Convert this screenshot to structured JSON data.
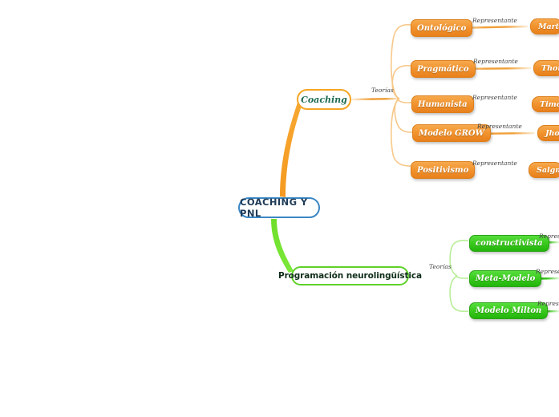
{
  "diagram": {
    "type": "mind-map",
    "title": "COACHING Y PNL",
    "colors": {
      "root_border": "#3b87c4",
      "root_text": "#1f3b57",
      "coaching_branch": "#f5a623",
      "pnl_branch": "#5fd12a",
      "orange_pill": "#f29530",
      "green_pill": "#3ccb1f",
      "edge_label_text": "#444444",
      "background": "#ffffff"
    }
  },
  "root": {
    "label": "COACHING Y PNL"
  },
  "branches": [
    {
      "id": "coaching",
      "label": "Coaching",
      "color": "orange",
      "edge_label": "Teorías",
      "children": [
        {
          "label": "Ontológico",
          "edge_label": "Representante",
          "leaf": "Martin H"
        },
        {
          "label": "Pragmático",
          "edge_label": "Representante",
          "leaf": "Thomas"
        },
        {
          "label": "Humanista",
          "edge_label": "Representante",
          "leaf": "Timothy"
        },
        {
          "label": "Modelo GROW",
          "edge_label": "Representante",
          "leaf": "Jhon"
        },
        {
          "label": "Positivismo",
          "edge_label": "Representante",
          "leaf": "Salgman"
        }
      ]
    },
    {
      "id": "pnl",
      "label": "Programación neurolingüística",
      "color": "green",
      "edge_label": "Teorías",
      "children": [
        {
          "label": "constructivista",
          "edge_label": "Represe"
        },
        {
          "label": "Meta-Modelo",
          "edge_label": "Represen"
        },
        {
          "label": "Modelo Milton",
          "edge_label": "Represen"
        }
      ]
    }
  ]
}
